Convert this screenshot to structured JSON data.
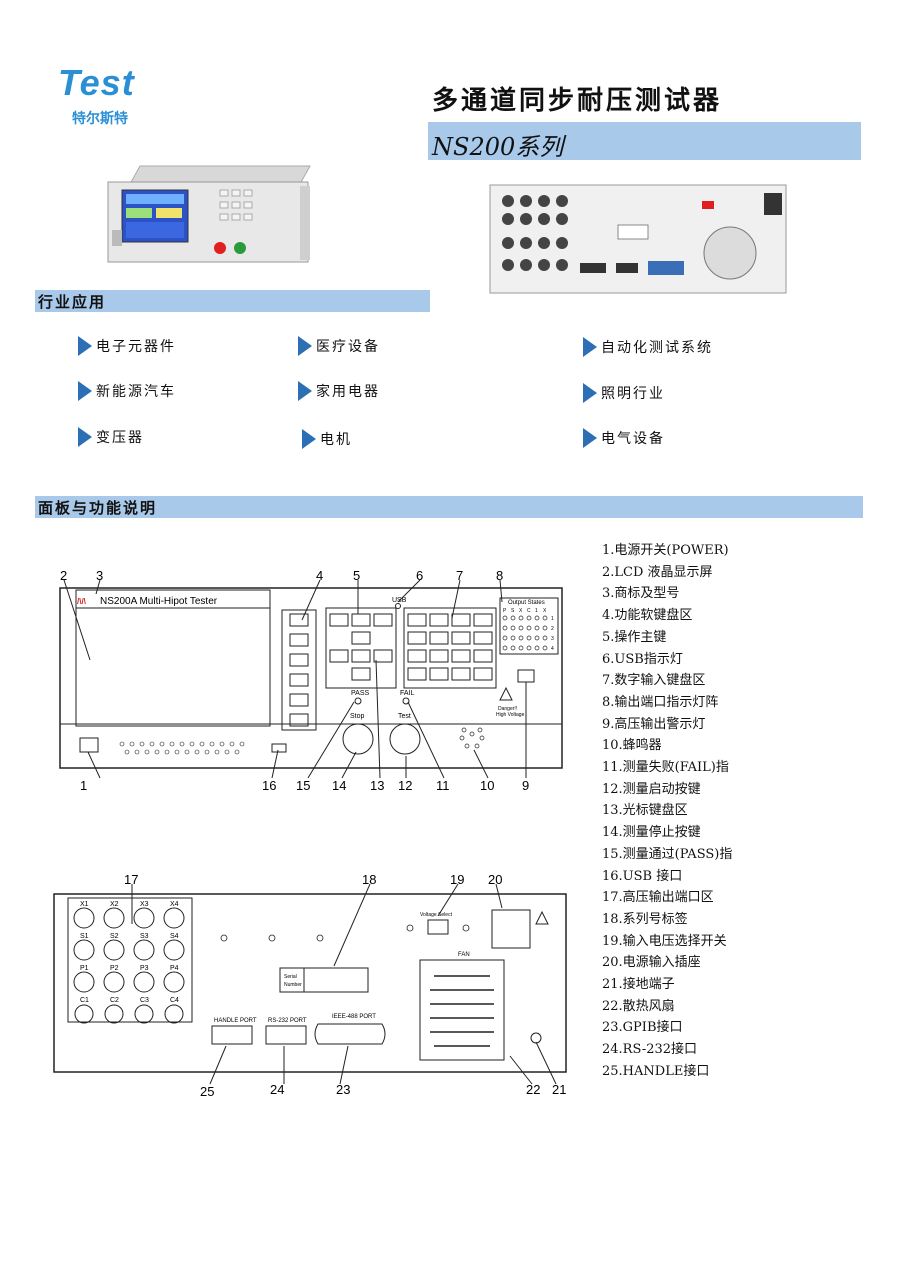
{
  "brand": {
    "logo_word": "Test",
    "logo_sub": "特尔斯特"
  },
  "header": {
    "title": "多通道同步耐压测试器",
    "series": "NS200系列"
  },
  "sections": {
    "applications": "行业应用",
    "panel": "面板与功能说明"
  },
  "applications": [
    "电子元器件",
    "医疗设备",
    "自动化测试系统",
    "新能源汽车",
    "家用电器",
    "照明行业",
    "变压器",
    "电机",
    "电气设备"
  ],
  "front_panel": {
    "model_label": "NS200A Multi-Hipot Tester",
    "usb_label": "USB",
    "output_states_label": "Output States",
    "output_cols": [
      "P",
      "S",
      "X",
      "C",
      "1",
      "X"
    ],
    "output_rows": [
      "1",
      "2",
      "3",
      "4"
    ],
    "pass_label": "PASS",
    "fail_label": "FAIL",
    "stop_label": "Stop",
    "test_label": "Test",
    "danger_label": "Danger!!",
    "hv_label": "High Voltage",
    "callouts": [
      "1",
      "2",
      "3",
      "4",
      "5",
      "6",
      "7",
      "8",
      "9",
      "10",
      "11",
      "12",
      "13",
      "14",
      "15",
      "16"
    ]
  },
  "rear_panel": {
    "terminal_rows": [
      [
        "X1",
        "X2",
        "X3",
        "X4"
      ],
      [
        "S1",
        "S2",
        "S3",
        "S4"
      ],
      [
        "P1",
        "P2",
        "P3",
        "P4"
      ],
      [
        "C1",
        "C2",
        "C3",
        "C4"
      ]
    ],
    "serial_label_1": "Serial",
    "serial_label_2": "Number",
    "voltage_select": "Voltage Select",
    "fan_label": "FAN",
    "handle_port": "HANDLE PORT",
    "rs232_port": "RS-232 PORT",
    "ieee_port": "IEEE-488 PORT",
    "callouts": [
      "17",
      "18",
      "19",
      "20",
      "21",
      "22",
      "23",
      "24",
      "25"
    ]
  },
  "legend": [
    "1.电源开关(POWER)",
    "2.LCD 液晶显示屏",
    "3.商标及型号",
    "4.功能软键盘区",
    "5.操作主键",
    "6.USB指示灯",
    "7.数字输入键盘区",
    "8.输出端口指示灯阵",
    "9.高压输出警示灯",
    "10.蜂鸣器",
    "11.测量失败(FAIL)指",
    "12.测量启动按键",
    "13.光标键盘区",
    "14.测量停止按键",
    "15.测量通过(PASS)指",
    "16.USB 接口",
    "17.高压输出端口区",
    "18.系列号标签",
    "19.输入电压选择开关",
    "20.电源输入插座",
    "21.接地端子",
    "22.散热风扇",
    "23.GPIB接口",
    "24.RS-232接口",
    "25.HANDLE接口"
  ]
}
